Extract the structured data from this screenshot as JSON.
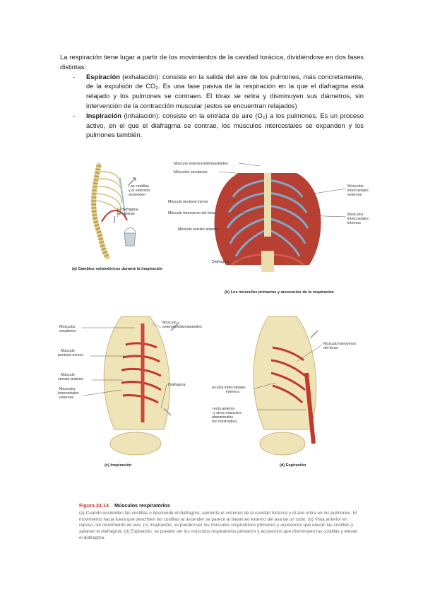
{
  "intro": {
    "lead": "La respiración tiene lugar a partir de los movimientos de la cavidad torácica, dividiéndose en dos fases distintas:",
    "bullets": [
      {
        "term": "Espiración",
        "rest": " (exhalación): consiste en la salida del aire de los pulmones, más concretamente, de la expulsión de CO₂. Es una fase pasiva de la respiración en la que el diafragma está relajado y los pulmones se contraen. El tórax se retira y disminuyen sus diámetros, sin intervención de la contracción muscular (estos se encuentran relajados)"
      },
      {
        "term": "Inspiración",
        "rest": " (inhalación): consiste en la entrada de aire (O₂) a los pulmones. Es un proceso activo, en el que el diafragma se contrae, los músculos intercostales se expanden y los pulmones también."
      }
    ]
  },
  "panel_a": {
    "label_ribs": "Las costillas y el esternón ascienden",
    "label_diaphragm": "El diafragma se contrae",
    "caption": "(a) Cambios volumétricos durante la inspiración"
  },
  "panel_b": {
    "labels_left": [
      "Músculo esternocleidomastoideo",
      "Músculos escalenos",
      "Músculo pectoral menor",
      "Músculo transverso del tórax",
      "Músculo serrato anterior",
      "Diafragma"
    ],
    "labels_right": [
      "Músculos intercostales externos",
      "Músculos intercostales internos"
    ],
    "caption": "(b) Los músculos primarios y accesorios de la respiración"
  },
  "panel_c": {
    "labels_left": [
      "Músculos escalenos",
      "Músculo pectoral menor",
      "Músculo serrato anterior",
      "Músculos intercostales externos"
    ],
    "label_top": "Músculo esternocleidomastoideo",
    "label_diaphragm": "Diafragma",
    "caption": "(c) Inspiración"
  },
  "panel_d": {
    "label_transverse": "Músculo transverso del tórax",
    "label_intercostal": "Músculos intercostales internos",
    "label_rectus": "Músculo recto anterior del abdomen y otros músculos abdominales (no mostrados)",
    "caption": "(d) Espiración"
  },
  "figure": {
    "number": "Figura 24.14",
    "title": "Músculos respiratorios",
    "text": "(a) Cuando ascienden las costillas o desciende el diafragma, aumenta el volumen de la cavidad torácica y el aire entra en los pulmones. El movimiento hacia fuera que describen las costillas al ascender se parece al balanceo externo del asa de un cubo. (b) Vista anterior en reposo, sin movimiento de aire. (c) Inspiración, se pueden ver los músculos respiratorios primarios y accesorios que elevan las costillas y aplanan el diafragma. (d) Espiración, se pueden ver los músculos respiratorios primarios y accesorios que disminuyen las costillas y elevan el diafragma."
  },
  "colors": {
    "muscle": "#c0392b",
    "cartilage": "#8fb6d6",
    "bone": "#efe3b8",
    "caption_red": "#c0392b"
  }
}
